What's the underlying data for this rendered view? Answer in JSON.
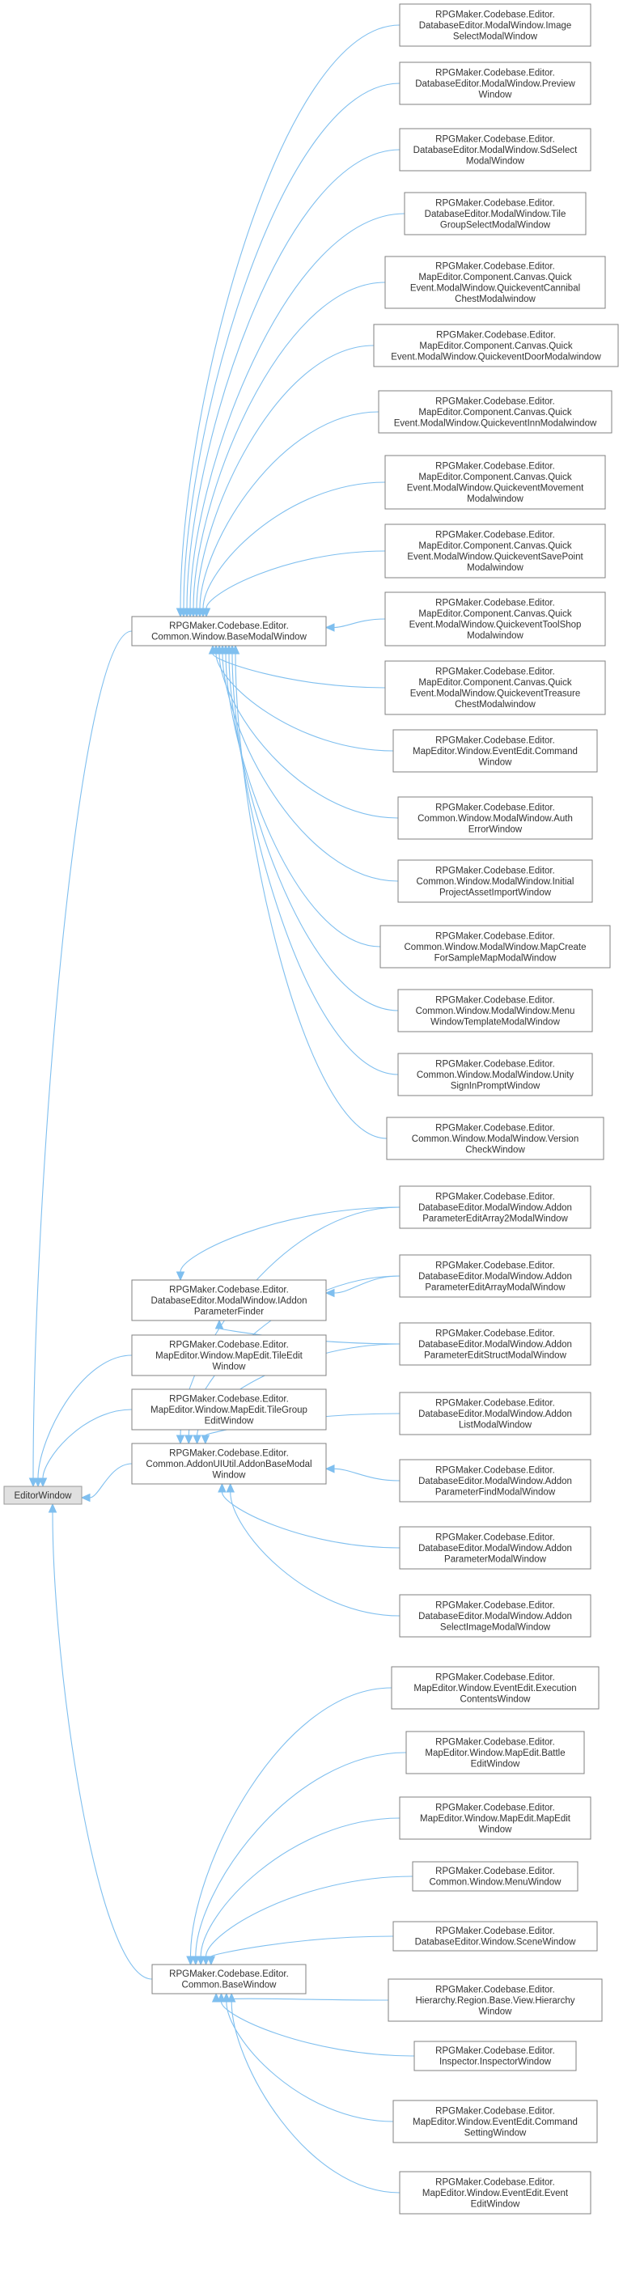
{
  "diagram": {
    "type": "class inheritance graph",
    "root": "EditorWindow",
    "nodes": [
      {
        "id": "EditorWindow",
        "lines": [
          "EditorWindow"
        ],
        "root": true
      },
      {
        "id": "BaseModalWindow",
        "lines": [
          "RPGMaker.Codebase.Editor.",
          "Common.Window.BaseModalWindow"
        ]
      },
      {
        "id": "IAddonParameterFinder",
        "lines": [
          "RPGMaker.Codebase.Editor.",
          "DatabaseEditor.ModalWindow.IAddon",
          "ParameterFinder"
        ]
      },
      {
        "id": "TileEditWindow",
        "lines": [
          "RPGMaker.Codebase.Editor.",
          "MapEditor.Window.MapEdit.TileEdit",
          "Window"
        ]
      },
      {
        "id": "TileGroupEditWindow",
        "lines": [
          "RPGMaker.Codebase.Editor.",
          "MapEditor.Window.MapEdit.TileGroup",
          "EditWindow"
        ]
      },
      {
        "id": "AddonBaseModalWindow",
        "lines": [
          "RPGMaker.Codebase.Editor.",
          "Common.AddonUIUtil.AddonBaseModal",
          "Window"
        ]
      },
      {
        "id": "BaseWindow",
        "lines": [
          "RPGMaker.Codebase.Editor.",
          "Common.BaseWindow"
        ]
      },
      {
        "id": "ImageSelectModalWindow",
        "lines": [
          "RPGMaker.Codebase.Editor.",
          "DatabaseEditor.ModalWindow.Image",
          "SelectModalWindow"
        ]
      },
      {
        "id": "PreviewModalWindow",
        "lines": [
          "RPGMaker.Codebase.Editor.",
          "DatabaseEditor.ModalWindow.Preview",
          "Window"
        ]
      },
      {
        "id": "SdSelectModalWindow",
        "lines": [
          "RPGMaker.Codebase.Editor.",
          "DatabaseEditor.ModalWindow.SdSelect",
          "ModalWindow"
        ]
      },
      {
        "id": "TileGroupSelectModalWindow",
        "lines": [
          "RPGMaker.Codebase.Editor.",
          "DatabaseEditor.ModalWindow.Tile",
          "GroupSelectModalWindow"
        ]
      },
      {
        "id": "QuickeventCannibalChest",
        "lines": [
          "RPGMaker.Codebase.Editor.",
          "MapEditor.Component.Canvas.Quick",
          "Event.ModalWindow.QuickeventCannibal",
          "ChestModalwindow"
        ]
      },
      {
        "id": "QuickeventDoor",
        "lines": [
          "RPGMaker.Codebase.Editor.",
          "MapEditor.Component.Canvas.Quick",
          "Event.ModalWindow.QuickeventDoorModalwindow"
        ]
      },
      {
        "id": "QuickeventInn",
        "lines": [
          "RPGMaker.Codebase.Editor.",
          "MapEditor.Component.Canvas.Quick",
          "Event.ModalWindow.QuickeventInnModalwindow"
        ]
      },
      {
        "id": "QuickeventMovement",
        "lines": [
          "RPGMaker.Codebase.Editor.",
          "MapEditor.Component.Canvas.Quick",
          "Event.ModalWindow.QuickeventMovement",
          "Modalwindow"
        ]
      },
      {
        "id": "QuickeventSavePoint",
        "lines": [
          "RPGMaker.Codebase.Editor.",
          "MapEditor.Component.Canvas.Quick",
          "Event.ModalWindow.QuickeventSavePoint",
          "Modalwindow"
        ]
      },
      {
        "id": "QuickeventToolShop",
        "lines": [
          "RPGMaker.Codebase.Editor.",
          "MapEditor.Component.Canvas.Quick",
          "Event.ModalWindow.QuickeventToolShop",
          "Modalwindow"
        ]
      },
      {
        "id": "QuickeventTreasureChest",
        "lines": [
          "RPGMaker.Codebase.Editor.",
          "MapEditor.Component.Canvas.Quick",
          "Event.ModalWindow.QuickeventTreasure",
          "ChestModalwindow"
        ]
      },
      {
        "id": "CommandWindow",
        "lines": [
          "RPGMaker.Codebase.Editor.",
          "MapEditor.Window.EventEdit.Command",
          "Window"
        ]
      },
      {
        "id": "AuthErrorWindow",
        "lines": [
          "RPGMaker.Codebase.Editor.",
          "Common.Window.ModalWindow.Auth",
          "ErrorWindow"
        ]
      },
      {
        "id": "InitialProjectAssetImportWindow",
        "lines": [
          "RPGMaker.Codebase.Editor.",
          "Common.Window.ModalWindow.Initial",
          "ProjectAssetImportWindow"
        ]
      },
      {
        "id": "MapCreateForSampleMapModalWindow",
        "lines": [
          "RPGMaker.Codebase.Editor.",
          "Common.Window.ModalWindow.MapCreate",
          "ForSampleMapModalWindow"
        ]
      },
      {
        "id": "MenuWindowTemplateModalWindow",
        "lines": [
          "RPGMaker.Codebase.Editor.",
          "Common.Window.ModalWindow.Menu",
          "WindowTemplateModalWindow"
        ]
      },
      {
        "id": "UnitySignInPromptWindow",
        "lines": [
          "RPGMaker.Codebase.Editor.",
          "Common.Window.ModalWindow.Unity",
          "SignInPromptWindow"
        ]
      },
      {
        "id": "VersionCheckWindow",
        "lines": [
          "RPGMaker.Codebase.Editor.",
          "Common.Window.ModalWindow.Version",
          "CheckWindow"
        ]
      },
      {
        "id": "AddonParameterEditArray2ModalWindow",
        "lines": [
          "RPGMaker.Codebase.Editor.",
          "DatabaseEditor.ModalWindow.Addon",
          "ParameterEditArray2ModalWindow"
        ]
      },
      {
        "id": "AddonParameterEditArrayModalWindow",
        "lines": [
          "RPGMaker.Codebase.Editor.",
          "DatabaseEditor.ModalWindow.Addon",
          "ParameterEditArrayModalWindow"
        ]
      },
      {
        "id": "AddonParameterEditStructModalWindow",
        "lines": [
          "RPGMaker.Codebase.Editor.",
          "DatabaseEditor.ModalWindow.Addon",
          "ParameterEditStructModalWindow"
        ]
      },
      {
        "id": "AddonListModalWindow",
        "lines": [
          "RPGMaker.Codebase.Editor.",
          "DatabaseEditor.ModalWindow.Addon",
          "ListModalWindow"
        ]
      },
      {
        "id": "AddonParameterFindModalWindow",
        "lines": [
          "RPGMaker.Codebase.Editor.",
          "DatabaseEditor.ModalWindow.Addon",
          "ParameterFindModalWindow"
        ]
      },
      {
        "id": "AddonParameterModalWindow",
        "lines": [
          "RPGMaker.Codebase.Editor.",
          "DatabaseEditor.ModalWindow.Addon",
          "ParameterModalWindow"
        ]
      },
      {
        "id": "AddonSelectImageModalWindow",
        "lines": [
          "RPGMaker.Codebase.Editor.",
          "DatabaseEditor.ModalWindow.Addon",
          "SelectImageModalWindow"
        ]
      },
      {
        "id": "ExecutionContentsWindow",
        "lines": [
          "RPGMaker.Codebase.Editor.",
          "MapEditor.Window.EventEdit.Execution",
          "ContentsWindow"
        ]
      },
      {
        "id": "BattleEditWindow",
        "lines": [
          "RPGMaker.Codebase.Editor.",
          "MapEditor.Window.MapEdit.Battle",
          "EditWindow"
        ]
      },
      {
        "id": "MapEditWindow",
        "lines": [
          "RPGMaker.Codebase.Editor.",
          "MapEditor.Window.MapEdit.MapEdit",
          "Window"
        ]
      },
      {
        "id": "MenuWindow",
        "lines": [
          "RPGMaker.Codebase.Editor.",
          "Common.Window.MenuWindow"
        ]
      },
      {
        "id": "SceneWindow",
        "lines": [
          "RPGMaker.Codebase.Editor.",
          "DatabaseEditor.Window.SceneWindow"
        ]
      },
      {
        "id": "HierarchyWindow",
        "lines": [
          "RPGMaker.Codebase.Editor.",
          "Hierarchy.Region.Base.View.Hierarchy",
          "Window"
        ]
      },
      {
        "id": "InspectorWindow",
        "lines": [
          "RPGMaker.Codebase.Editor.",
          "Inspector.InspectorWindow"
        ]
      },
      {
        "id": "CommandSettingWindow",
        "lines": [
          "RPGMaker.Codebase.Editor.",
          "MapEditor.Window.EventEdit.Command",
          "SettingWindow"
        ]
      },
      {
        "id": "EventEditWindow",
        "lines": [
          "RPGMaker.Codebase.Editor.",
          "MapEditor.Window.EventEdit.Event",
          "EditWindow"
        ]
      }
    ],
    "edges": [
      {
        "from": "BaseModalWindow",
        "to": "EditorWindow"
      },
      {
        "from": "TileEditWindow",
        "to": "EditorWindow"
      },
      {
        "from": "TileGroupEditWindow",
        "to": "EditorWindow"
      },
      {
        "from": "AddonBaseModalWindow",
        "to": "EditorWindow"
      },
      {
        "from": "BaseWindow",
        "to": "EditorWindow"
      },
      {
        "from": "ImageSelectModalWindow",
        "to": "BaseModalWindow"
      },
      {
        "from": "PreviewModalWindow",
        "to": "BaseModalWindow"
      },
      {
        "from": "SdSelectModalWindow",
        "to": "BaseModalWindow"
      },
      {
        "from": "TileGroupSelectModalWindow",
        "to": "BaseModalWindow"
      },
      {
        "from": "QuickeventCannibalChest",
        "to": "BaseModalWindow"
      },
      {
        "from": "QuickeventDoor",
        "to": "BaseModalWindow"
      },
      {
        "from": "QuickeventInn",
        "to": "BaseModalWindow"
      },
      {
        "from": "QuickeventMovement",
        "to": "BaseModalWindow"
      },
      {
        "from": "QuickeventSavePoint",
        "to": "BaseModalWindow"
      },
      {
        "from": "QuickeventToolShop",
        "to": "BaseModalWindow"
      },
      {
        "from": "QuickeventTreasureChest",
        "to": "BaseModalWindow"
      },
      {
        "from": "CommandWindow",
        "to": "BaseModalWindow"
      },
      {
        "from": "AuthErrorWindow",
        "to": "BaseModalWindow"
      },
      {
        "from": "InitialProjectAssetImportWindow",
        "to": "BaseModalWindow"
      },
      {
        "from": "MapCreateForSampleMapModalWindow",
        "to": "BaseModalWindow"
      },
      {
        "from": "MenuWindowTemplateModalWindow",
        "to": "BaseModalWindow"
      },
      {
        "from": "UnitySignInPromptWindow",
        "to": "BaseModalWindow"
      },
      {
        "from": "VersionCheckWindow",
        "to": "BaseModalWindow"
      },
      {
        "from": "AddonParameterEditArray2ModalWindow",
        "to": "IAddonParameterFinder"
      },
      {
        "from": "AddonParameterEditArrayModalWindow",
        "to": "IAddonParameterFinder"
      },
      {
        "from": "AddonParameterEditStructModalWindow",
        "to": "IAddonParameterFinder"
      },
      {
        "from": "AddonParameterEditArray2ModalWindow",
        "to": "AddonBaseModalWindow"
      },
      {
        "from": "AddonParameterEditArrayModalWindow",
        "to": "AddonBaseModalWindow"
      },
      {
        "from": "AddonParameterEditStructModalWindow",
        "to": "AddonBaseModalWindow"
      },
      {
        "from": "AddonListModalWindow",
        "to": "AddonBaseModalWindow"
      },
      {
        "from": "AddonParameterFindModalWindow",
        "to": "AddonBaseModalWindow"
      },
      {
        "from": "AddonParameterModalWindow",
        "to": "AddonBaseModalWindow"
      },
      {
        "from": "AddonSelectImageModalWindow",
        "to": "AddonBaseModalWindow"
      },
      {
        "from": "ExecutionContentsWindow",
        "to": "BaseWindow"
      },
      {
        "from": "BattleEditWindow",
        "to": "BaseWindow"
      },
      {
        "from": "MapEditWindow",
        "to": "BaseWindow"
      },
      {
        "from": "MenuWindow",
        "to": "BaseWindow"
      },
      {
        "from": "SceneWindow",
        "to": "BaseWindow"
      },
      {
        "from": "HierarchyWindow",
        "to": "BaseWindow"
      },
      {
        "from": "InspectorWindow",
        "to": "BaseWindow"
      },
      {
        "from": "CommandSettingWindow",
        "to": "BaseWindow"
      },
      {
        "from": "EventEditWindow",
        "to": "BaseWindow"
      }
    ],
    "colors": {
      "edge": "#7fbfef",
      "node_border": "#808080",
      "node_fill": "#ffffff",
      "root_fill": "#e0e0e0",
      "text": "#333333"
    }
  }
}
